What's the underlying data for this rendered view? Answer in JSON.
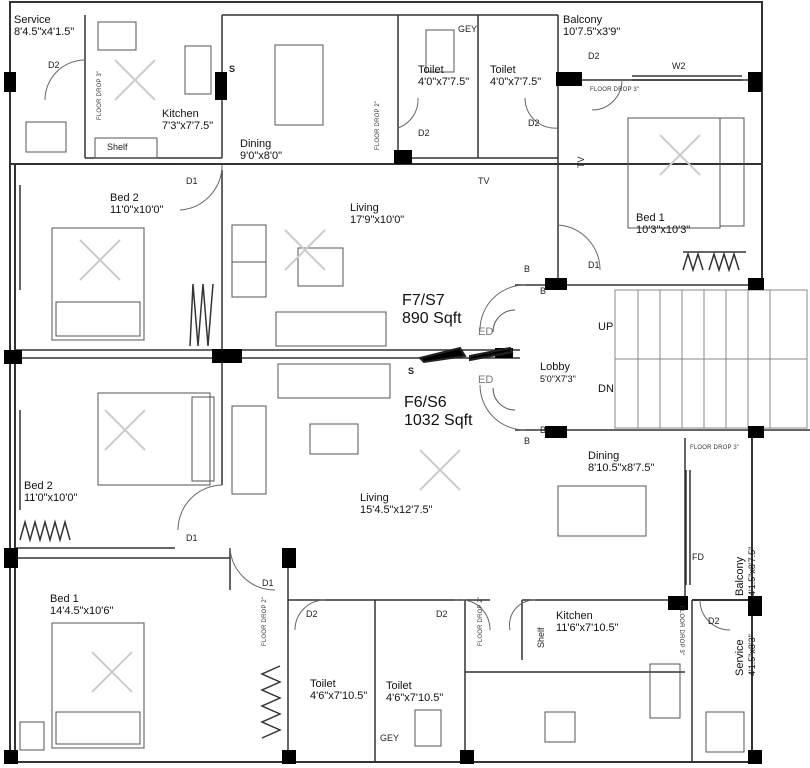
{
  "upper_flat": {
    "unit": "F7/S7",
    "area": "890 Sqft",
    "rooms": {
      "service": {
        "name": "Service",
        "dims": "8'4.5\"x4'1.5\""
      },
      "kitchen": {
        "name": "Kitchen",
        "dims": "7'3\"x7'7.5\""
      },
      "dining": {
        "name": "Dining",
        "dims": "9'0\"x8'0\""
      },
      "toilet_a": {
        "name": "Toilet",
        "dims": "4'0\"x7'7.5\""
      },
      "toilet_b": {
        "name": "Toilet",
        "dims": "4'0\"x7'7.5\""
      },
      "balcony": {
        "name": "Balcony",
        "dims": "10'7.5\"x3'9\""
      },
      "bed2": {
        "name": "Bed 2",
        "dims": "11'0\"x10'0\""
      },
      "living": {
        "name": "Living",
        "dims": "17'9\"x10'0\""
      },
      "bed1": {
        "name": "Bed 1",
        "dims": "10'3\"x10'3\""
      }
    }
  },
  "lower_flat": {
    "unit": "F6/S6",
    "area": "1032 Sqft",
    "rooms": {
      "bed2": {
        "name": "Bed 2",
        "dims": "11'0\"x10'0\""
      },
      "living": {
        "name": "Living",
        "dims": "15'4.5\"x12'7.5\""
      },
      "dining": {
        "name": "Dining",
        "dims": "8'10.5\"x8'7.5\""
      },
      "bed1": {
        "name": "Bed 1",
        "dims": "14'4.5\"x10'6\""
      },
      "toilet_a": {
        "name": "Toilet",
        "dims": "4'6\"x7'10.5\""
      },
      "toilet_b": {
        "name": "Toilet",
        "dims": "4'6\"x7'10.5\""
      },
      "kitchen": {
        "name": "Kitchen",
        "dims": "11'6\"x7'10.5\""
      },
      "balcony": {
        "name": "Balcony",
        "dims": "4'1.5\"x8'7.5\""
      },
      "service": {
        "name": "Service",
        "dims": "4'1.5\"x8'3\""
      }
    }
  },
  "lobby": {
    "name": "Lobby",
    "dims": "5'0\"X7'3\""
  },
  "stairs": {
    "up": "UP",
    "dn": "DN"
  },
  "tags": {
    "d1": "D1",
    "d2": "D2",
    "w2": "W2",
    "tv": "TV",
    "gey": "GEY",
    "shelf": "Shelf",
    "ed": "ED",
    "fd": "FD",
    "b": "B",
    "s": "S",
    "floor_drop": "FLOOR DROP 3\"",
    "floor_drop_2": "FLOOR DROP 2\""
  },
  "colors": {
    "wall": "#111111",
    "line": "#444444",
    "faint": "#bbbbbb",
    "column": "#000000"
  }
}
